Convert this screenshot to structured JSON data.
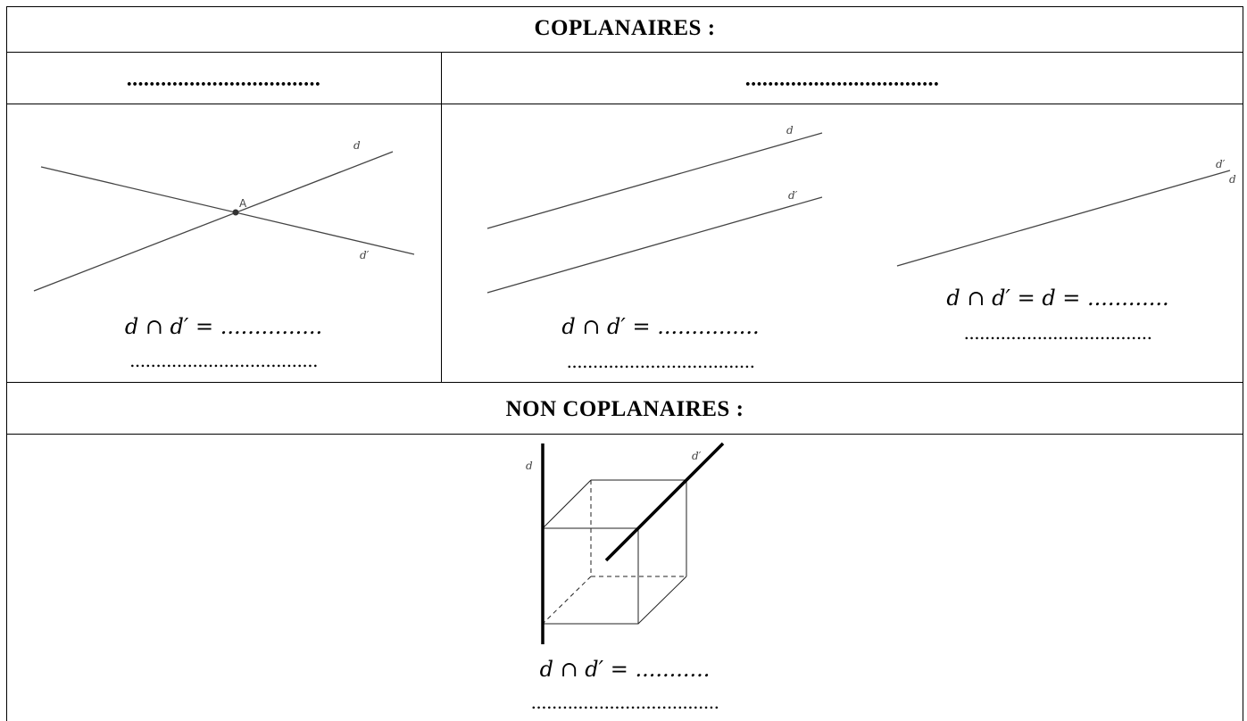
{
  "coplanaires": {
    "title": "COPLANAIRES :",
    "col1_blank": "..................................",
    "col2_blank": "..................................",
    "secantes": {
      "point_label": "A",
      "line_d": "d",
      "line_dprime": "d′",
      "formula": "d ∩ d′ = ...............",
      "blank": "...................................."
    },
    "paralleles": {
      "line_d": "d",
      "line_dprime": "d′",
      "formula": "d ∩ d′ = ...............",
      "blank": "...................................."
    },
    "confondues": {
      "line_d": "d",
      "line_dprime": "d′",
      "formula": "d ∩ d′ = d = ............",
      "blank": "...................................."
    }
  },
  "non_coplanaires": {
    "title": "NON COPLANAIRES :",
    "line_d": "d",
    "line_dprime": "d′",
    "formula": "d ∩ d′ = ...........",
    "blank": "...................................."
  }
}
